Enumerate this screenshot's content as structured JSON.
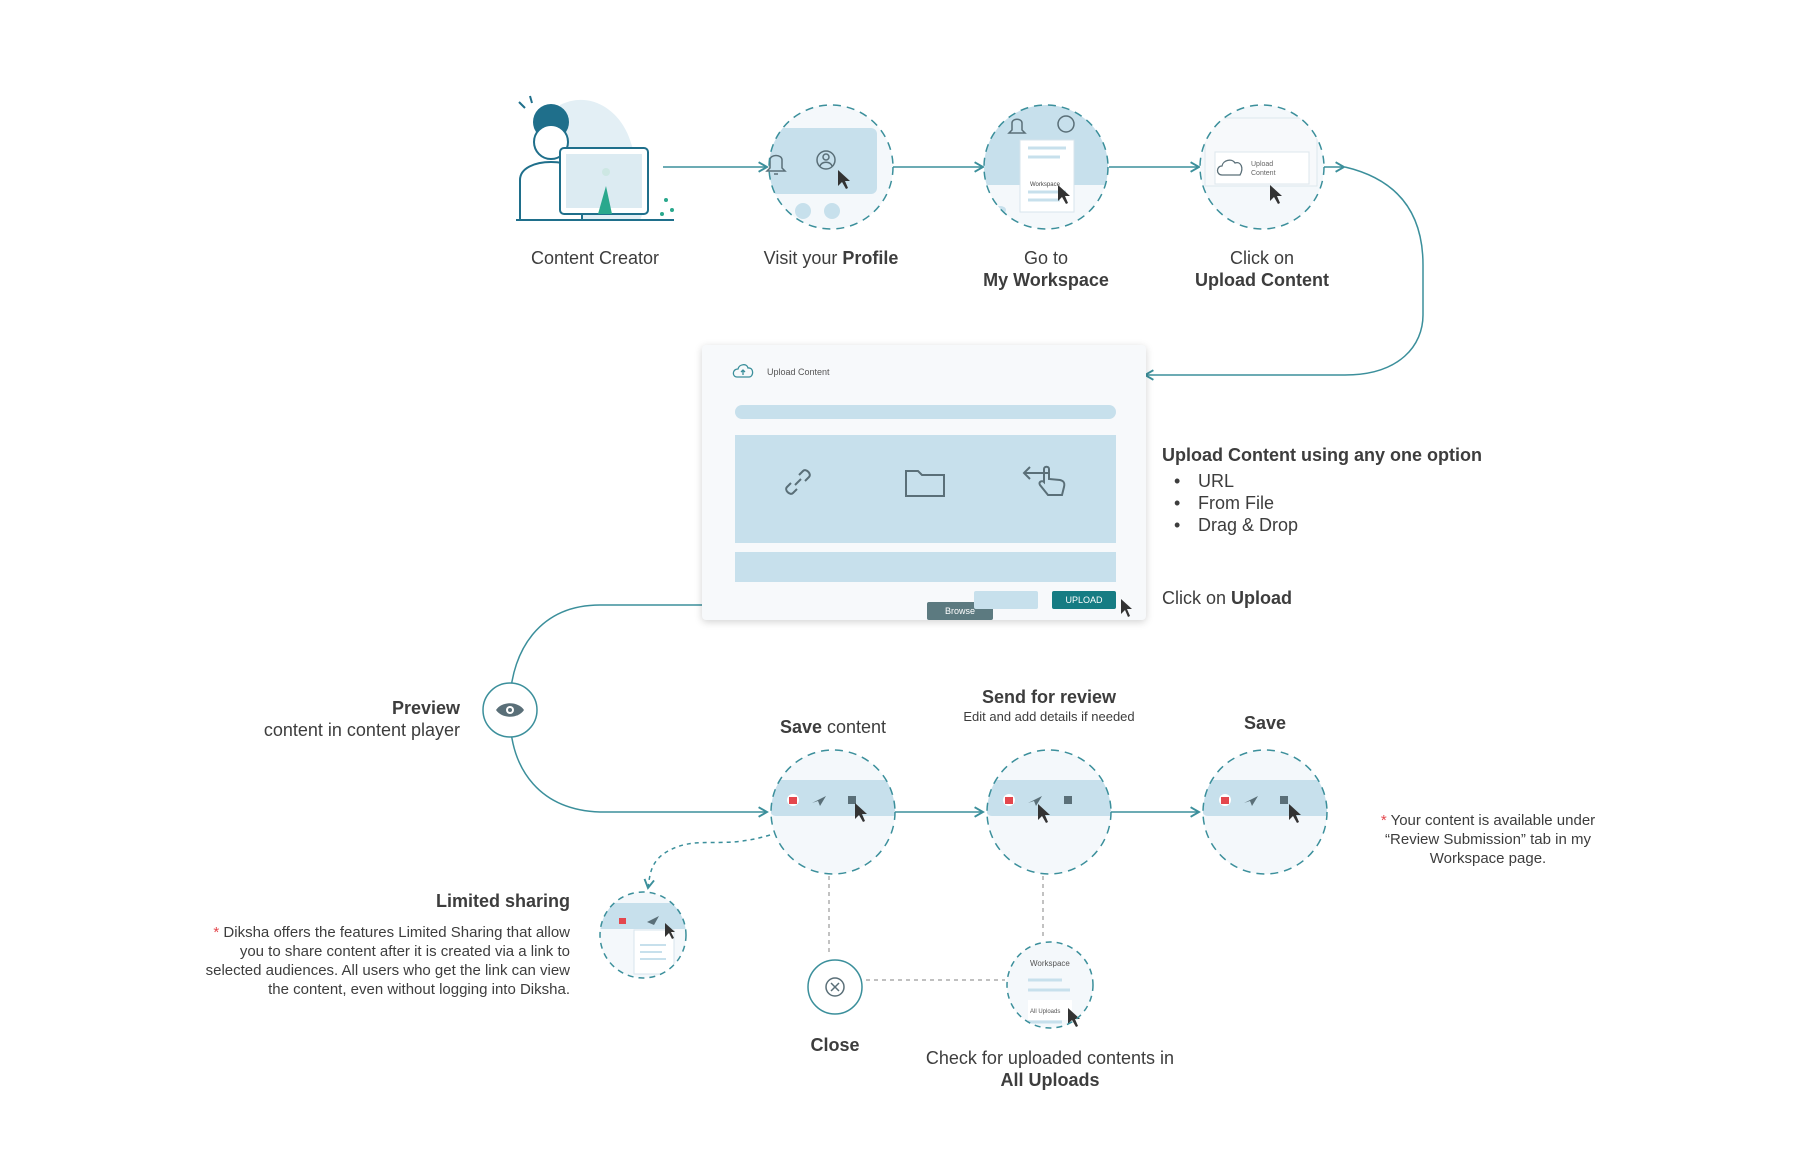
{
  "colors": {
    "teal": "#3b8f9b",
    "light_blue": "#c7e0ec",
    "dark_teal": "#167c83",
    "asterisk": "#e4474d"
  },
  "steps": {
    "content_creator": "Content Creator",
    "visit_profile": {
      "prefix": "Visit your ",
      "bold": "Profile"
    },
    "go_to": {
      "line1": "Go to",
      "bold": "My Workspace"
    },
    "click_on": {
      "line1": "Click on",
      "bold": "Upload Content"
    }
  },
  "upload_panel": {
    "title": "Upload Content",
    "browse_label": "Browse",
    "upload_label": "UPLOAD",
    "thumb_upload_label": "Upload Content",
    "thumb_workspace_label": "Workspace"
  },
  "upload_options": {
    "heading": "Upload Content using any one option",
    "items": [
      "URL",
      "From File",
      "Drag & Drop"
    ]
  },
  "click_upload": {
    "prefix": "Click on ",
    "bold": "Upload"
  },
  "preview": {
    "bold": "Preview",
    "text": "content in content player"
  },
  "save_content": {
    "bold": "Save",
    "text": " content"
  },
  "send_review": {
    "bold": "Send for review",
    "sub": "Edit and add details if needed"
  },
  "save": {
    "bold": "Save"
  },
  "review_note": {
    "star": "*",
    "text": "Your content is available under “Review Submission” tab in my Workspace page."
  },
  "limited_sharing": {
    "title": "Limited sharing",
    "star": "*",
    "text": "Diksha offers the features Limited Sharing that allow you to share content after it is created via a link to selected audiences. All users who get the link can view the content, even without logging into Diksha."
  },
  "close": {
    "label": "Close"
  },
  "check_uploads": {
    "line1": "Check for uploaded contents in",
    "bold": "All Uploads",
    "thumb_workspace": "Workspace",
    "thumb_all_uploads": "All Uploads"
  }
}
